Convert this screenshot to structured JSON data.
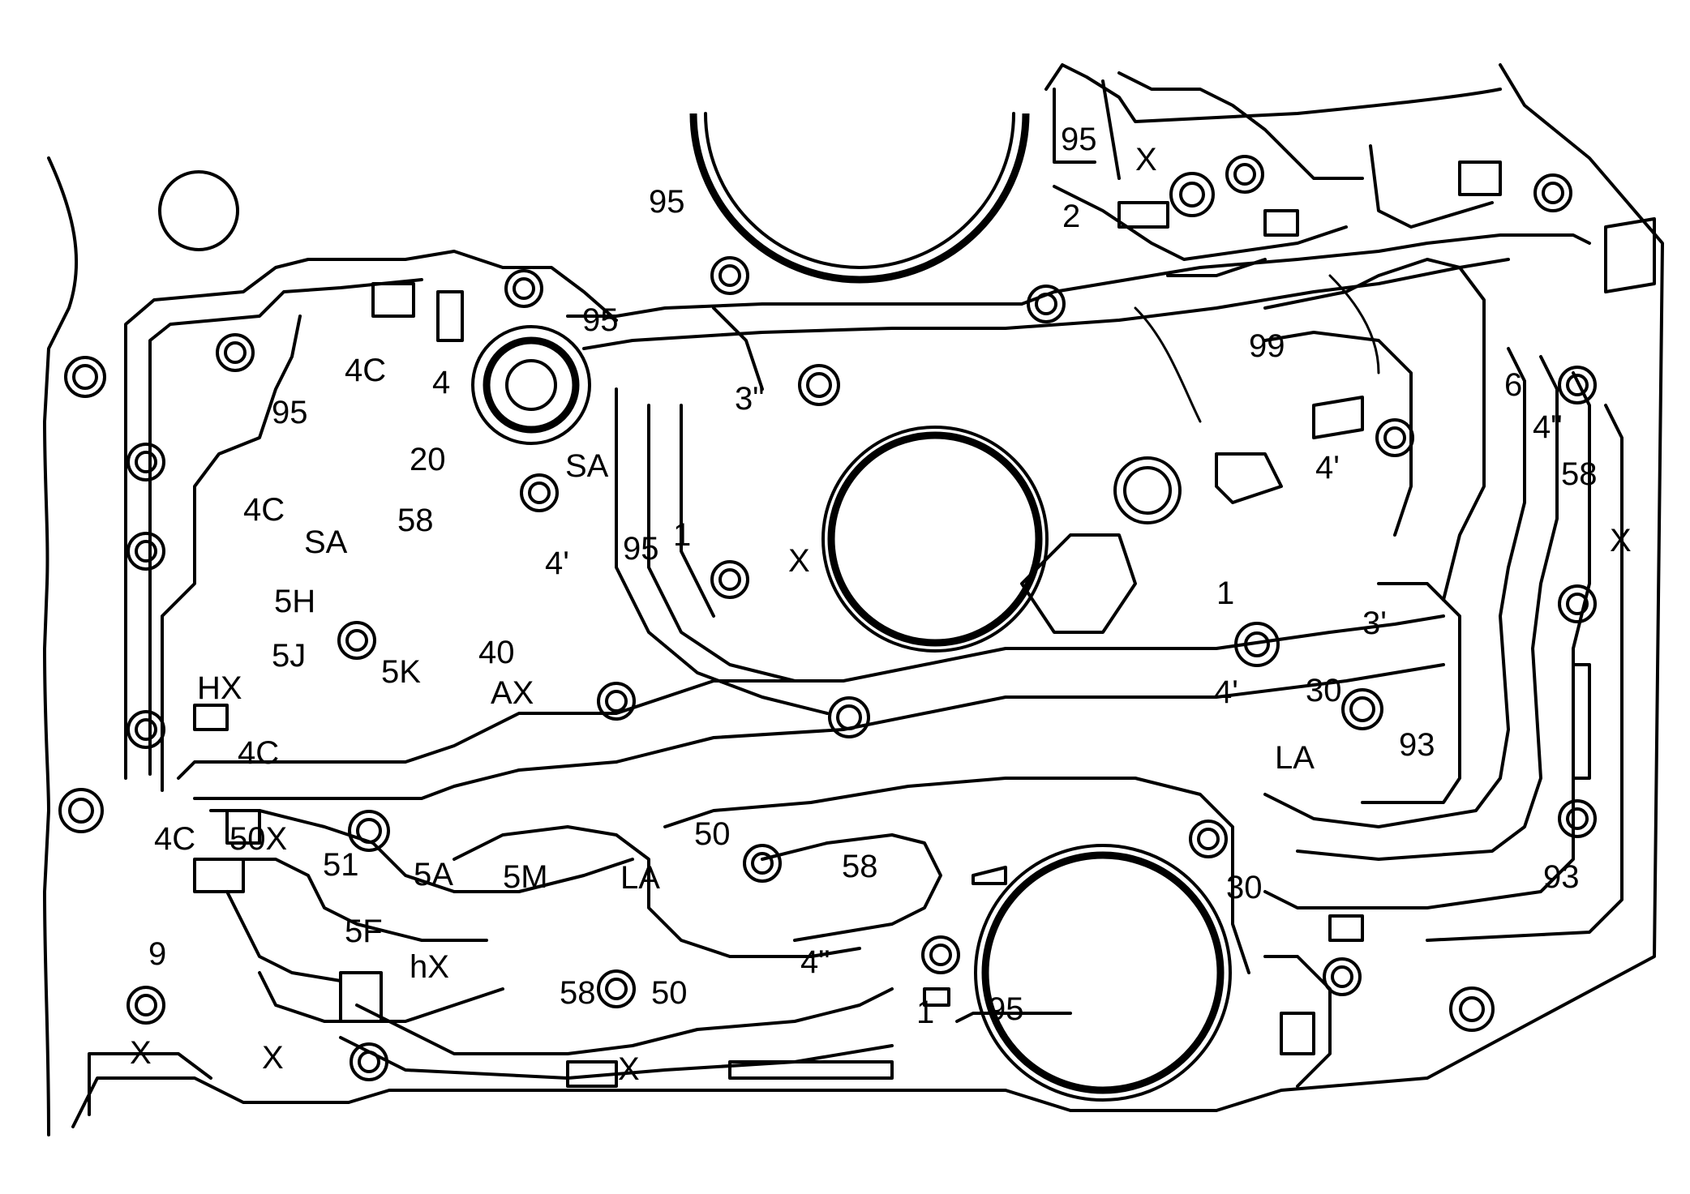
{
  "diagram": {
    "labels": [
      {
        "id": "l1",
        "text": "95"
      },
      {
        "id": "l2",
        "text": "X"
      },
      {
        "id": "l3",
        "text": "95"
      },
      {
        "id": "l4",
        "text": "2"
      },
      {
        "id": "l5",
        "text": "95"
      },
      {
        "id": "l6",
        "text": "99"
      },
      {
        "id": "l7",
        "text": "4C"
      },
      {
        "id": "l8",
        "text": "4"
      },
      {
        "id": "l9",
        "text": "3\""
      },
      {
        "id": "l10",
        "text": "6"
      },
      {
        "id": "l11",
        "text": "4\""
      },
      {
        "id": "l12",
        "text": "95"
      },
      {
        "id": "l13",
        "text": "20"
      },
      {
        "id": "l14",
        "text": "SA"
      },
      {
        "id": "l15",
        "text": "4'"
      },
      {
        "id": "l16",
        "text": "58"
      },
      {
        "id": "l17",
        "text": "4C"
      },
      {
        "id": "l18",
        "text": "58"
      },
      {
        "id": "l19",
        "text": "SA"
      },
      {
        "id": "l20",
        "text": "1"
      },
      {
        "id": "l21",
        "text": "95"
      },
      {
        "id": "l22",
        "text": "X"
      },
      {
        "id": "l23",
        "text": "4'"
      },
      {
        "id": "l24",
        "text": "X"
      },
      {
        "id": "l25",
        "text": "1"
      },
      {
        "id": "l26",
        "text": "5H"
      },
      {
        "id": "l27",
        "text": "3'"
      },
      {
        "id": "l28",
        "text": "5J"
      },
      {
        "id": "l29",
        "text": "40"
      },
      {
        "id": "l30",
        "text": "5K"
      },
      {
        "id": "l31",
        "text": "HX"
      },
      {
        "id": "l32",
        "text": "AX"
      },
      {
        "id": "l33",
        "text": "4'"
      },
      {
        "id": "l34",
        "text": "30"
      },
      {
        "id": "l35",
        "text": "93"
      },
      {
        "id": "l36",
        "text": "4C"
      },
      {
        "id": "l37",
        "text": "LA"
      },
      {
        "id": "l38",
        "text": "4C"
      },
      {
        "id": "l39",
        "text": "50X"
      },
      {
        "id": "l40",
        "text": "50"
      },
      {
        "id": "l41",
        "text": "51"
      },
      {
        "id": "l42",
        "text": "5A"
      },
      {
        "id": "l43",
        "text": "5M"
      },
      {
        "id": "l44",
        "text": "LA"
      },
      {
        "id": "l45",
        "text": "58"
      },
      {
        "id": "l46",
        "text": "93"
      },
      {
        "id": "l47",
        "text": "30"
      },
      {
        "id": "l48",
        "text": "5F"
      },
      {
        "id": "l49",
        "text": "9"
      },
      {
        "id": "l50",
        "text": "hX"
      },
      {
        "id": "l51",
        "text": "4\""
      },
      {
        "id": "l52",
        "text": "58"
      },
      {
        "id": "l53",
        "text": "50"
      },
      {
        "id": "l54",
        "text": "1"
      },
      {
        "id": "l55",
        "text": "95"
      },
      {
        "id": "l56",
        "text": "X"
      },
      {
        "id": "l57",
        "text": "X"
      },
      {
        "id": "l58",
        "text": "X"
      }
    ]
  }
}
